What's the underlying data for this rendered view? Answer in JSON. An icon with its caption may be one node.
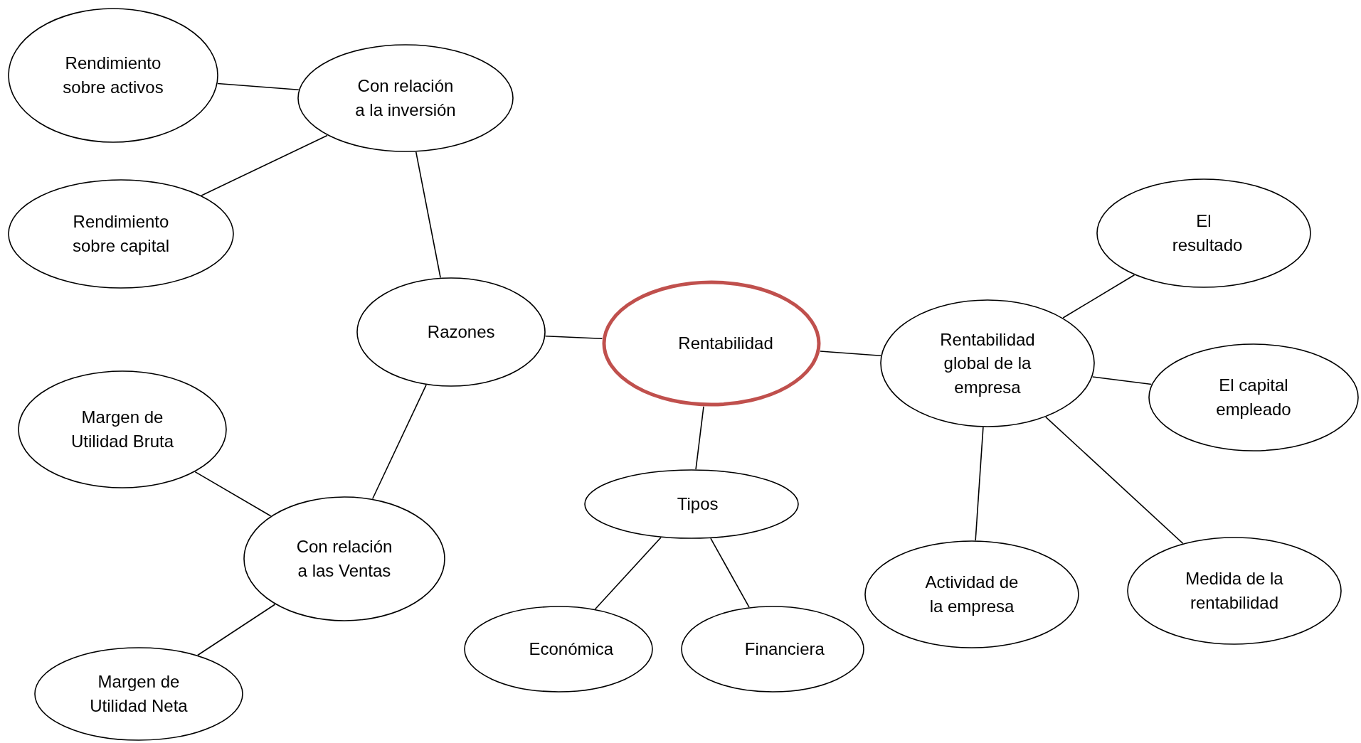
{
  "diagram": {
    "nodes": [
      {
        "text": [
          "Rentabilidad"
        ]
      },
      {
        "text": [
          "Razones"
        ]
      },
      {
        "text": [
          "Con relación a la inversión"
        ]
      },
      {
        "text": [
          "Rendimiento sobre activos"
        ]
      },
      {
        "text": [
          "Rendimiento sobre capital"
        ]
      },
      {
        "text": [
          "Con relación a las Ventas"
        ]
      },
      {
        "text": [
          "Margen de Utilidad Bruta"
        ]
      },
      {
        "text": [
          "Margen de Utilidad Neta"
        ]
      },
      {
        "text": [
          "Tipos"
        ]
      },
      {
        "text": [
          "Económica"
        ]
      },
      {
        "text": [
          "Financiera"
        ]
      },
      {
        "text": [
          "Rentabilidad global de la empresa"
        ]
      },
      {
        "text": [
          "El resultado"
        ]
      },
      {
        "text": [
          "El capital empleado"
        ]
      },
      {
        "text": [
          "Actividad de la empresa"
        ]
      },
      {
        "text": [
          "Medida de la rentabilidad"
        ]
      }
    ],
    "edges": [
      {
        "from": 0,
        "to": 1,
        "arrow": "none"
      },
      {
        "from": 1,
        "to": 2,
        "arrow": "none"
      },
      {
        "from": 2,
        "to": 3,
        "arrow": "none"
      },
      {
        "from": 2,
        "to": 4,
        "arrow": "none"
      },
      {
        "from": 1,
        "to": 5,
        "arrow": "none"
      },
      {
        "from": 5,
        "to": 6,
        "arrow": "none"
      },
      {
        "from": 5,
        "to": 7,
        "arrow": "none"
      },
      {
        "from": 0,
        "to": 8,
        "arrow": "none"
      },
      {
        "from": 8,
        "to": 9,
        "arrow": "none"
      },
      {
        "from": 8,
        "to": 10,
        "arrow": "none"
      },
      {
        "from": 0,
        "to": 11,
        "arrow": "none"
      },
      {
        "from": 11,
        "to": 12,
        "arrow": "none"
      },
      {
        "from": 11,
        "to": 13,
        "arrow": "none"
      },
      {
        "from": 11,
        "to": 14,
        "arrow": "none"
      },
      {
        "from": 11,
        "to": 15,
        "arrow": "none"
      }
    ]
  }
}
